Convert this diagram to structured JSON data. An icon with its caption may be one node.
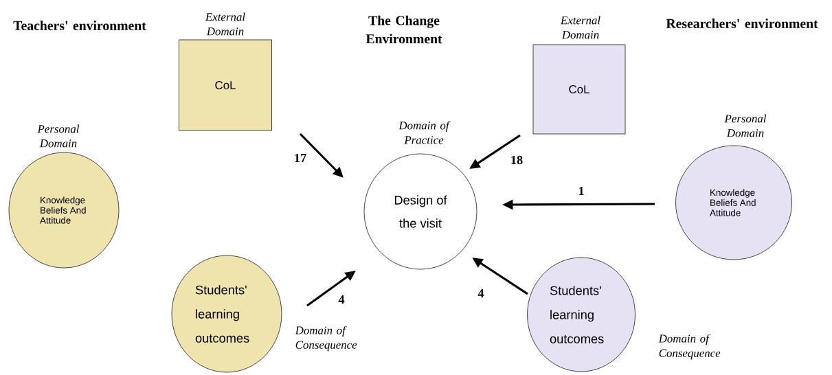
{
  "diagram": {
    "nodes": [
      {
        "text": [
          "External Domain",
          "CoL"
        ]
      },
      {
        "text": [
          "Personal Domain",
          "Knowledge Beliefs And Attitude"
        ]
      },
      {
        "text": [
          "Students' learning outcomes"
        ],
        "beside": [
          "Domain of Consequence"
        ]
      },
      {
        "text": [
          "Domain of Practice",
          "Design of the visit"
        ]
      },
      {
        "text": [
          "External Domain",
          "CoL"
        ]
      },
      {
        "text": [
          "Personal Domain",
          "Knowledge Beliefs And Attitude"
        ]
      },
      {
        "text": [
          "Students' learning outcomes"
        ],
        "beside": [
          "Domain of Consequence"
        ]
      }
    ],
    "edges": [
      {
        "from": 0,
        "to": 3,
        "arrow": "to",
        "label": "17"
      },
      {
        "from": 2,
        "to": 3,
        "arrow": "to",
        "label": "4"
      },
      {
        "from": 4,
        "to": 3,
        "arrow": "to",
        "label": "18"
      },
      {
        "from": 5,
        "to": 3,
        "arrow": "to",
        "label": "1"
      },
      {
        "from": 6,
        "to": 3,
        "arrow": "to",
        "label": "4"
      }
    ],
    "labels": [
      "Teachers' environment",
      "The Change Environment",
      "Researchers' environment"
    ]
  }
}
